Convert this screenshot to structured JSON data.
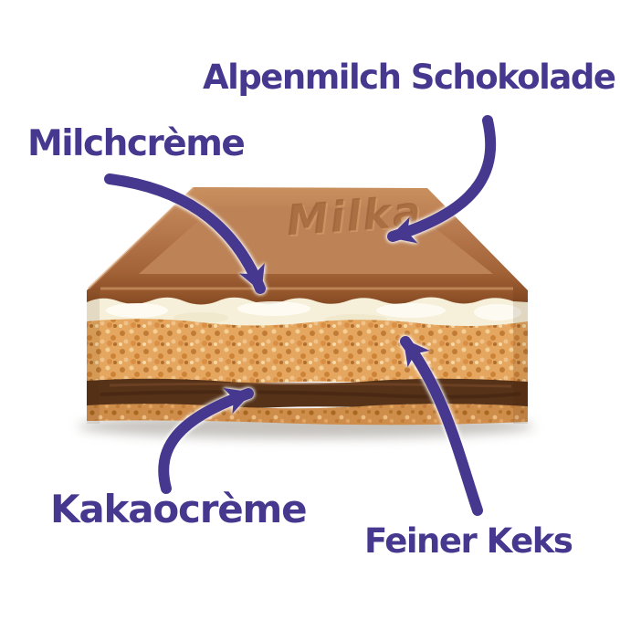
{
  "page": {
    "background": "#ffffff",
    "description": "Cross-section diagram of a Milka chocolate biscuit bar with four labeled layers"
  },
  "colors": {
    "accent_purple": "#46388f",
    "chocolate_top_light": "#c9905f",
    "chocolate_top_mid": "#b3744a",
    "chocolate_top_dark": "#8f5129",
    "chocolate_plateau": "#b97c4d",
    "chocolate_lip_light": "#9a5a2e",
    "chocolate_lip_dark": "#7c431f",
    "milk_cream": "#f6efd9",
    "milk_cream_highlight": "#fffef6",
    "biscuit_base": "#e5a75f",
    "biscuit_fleck_dark": "#c07c36",
    "biscuit_fleck_light": "#f4cf95",
    "cocoa_cream": "#563219",
    "cocoa_streak_dark": "#3a2010",
    "cocoa_streak_light": "#7a4a29",
    "biscuit_bottom_base": "#cf8d4c",
    "shadow": "#8d867e"
  },
  "product": {
    "embossing": "Milka"
  },
  "labels": [
    {
      "id": "alpenmilch-schokolade",
      "text": "Alpenmilch Schokolade",
      "target": "chocolate-top-layer"
    },
    {
      "id": "milchcreme",
      "text": "Milchcrème",
      "target": "milk-cream-layer"
    },
    {
      "id": "kakaocreme",
      "text": "Kakaocrème",
      "target": "cocoa-cream-layer"
    },
    {
      "id": "feiner-keks",
      "text": "Feiner Keks",
      "target": "biscuit-layer"
    }
  ],
  "layers": [
    {
      "id": "chocolate-top-layer",
      "name": "Alpenmilch Schokolade"
    },
    {
      "id": "milk-cream-layer",
      "name": "Milchcrème"
    },
    {
      "id": "biscuit-layer",
      "name": "Feiner Keks"
    },
    {
      "id": "cocoa-cream-layer",
      "name": "Kakaocrème"
    },
    {
      "id": "biscuit-bottom-layer",
      "name": "Feiner Keks"
    }
  ]
}
